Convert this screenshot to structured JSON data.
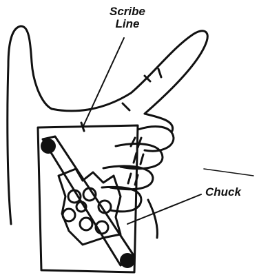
{
  "labels": {
    "scribe_line_1": "Scribe",
    "scribe_line_2": "Line",
    "chuck": "Chuck"
  },
  "colors": {
    "ink": "#111111",
    "paper": "#ffffff"
  }
}
